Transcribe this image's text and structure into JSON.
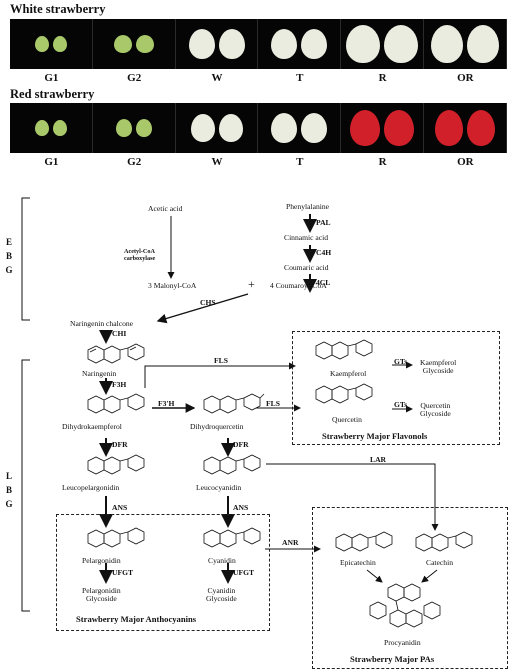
{
  "photos": {
    "white_title": "White strawberry",
    "red_title": "Red strawberry",
    "stages": [
      "G1",
      "G2",
      "W",
      "T",
      "R",
      "OR"
    ]
  },
  "groups": {
    "ebg": "EBG",
    "lbg": "LBG"
  },
  "compounds": {
    "acetic_acid": "Acetic acid",
    "malonyl": "3 Malonyl-CoA",
    "phenylalanine": "Phenylalanine",
    "cinnamic": "Cinnamic acid",
    "coumaric": "Coumaric acid",
    "coumaroyl": "4 Coumaroyl-CoA",
    "plus": "+",
    "naringenin_chalcone": "Naringenin chalcone",
    "naringenin": "Naringenin",
    "dihydrokaempferol": "Dihydrokaempferol",
    "dihydroquercetin": "Dihydroquercetin",
    "leucopelargonidin": "Leucopelargonidin",
    "leucocyanidin": "Leucocyanidin",
    "kaempferol": "Kaempferol",
    "quercetin": "Quercetin",
    "kaempferol_glycoside": "Kaempferol\nGlycoside",
    "quercetin_glycoside": "Quercetin\nGlycoside",
    "pelargonidin": "Pelargonidin",
    "cyanidin": "Cyanidin",
    "pelargonidin_glycoside": "Pelargonidin\nGlycoside",
    "cyanidin_glycoside": "Cyanidin\nGlycoside",
    "epicatechin": "Epicatechin",
    "catechin": "Catechin",
    "procyanidin": "Procyanidin"
  },
  "enzymes": {
    "acc": "Acetyl-CoA\ncarboxylase",
    "pal": "PAL",
    "c4h": "C4H",
    "cl4": "4CL",
    "chs": "CHS",
    "chi": "CHI",
    "f3h": "F3H",
    "f3ph": "F3'H",
    "fls1": "FLS",
    "fls2": "FLS",
    "gts1": "GTs",
    "gts2": "GTs",
    "dfr1": "DFR",
    "dfr2": "DFR",
    "ans1": "ANS",
    "ans2": "ANS",
    "ufgt1": "UFGT",
    "ufgt2": "UFGT",
    "lar": "LAR",
    "anr": "ANR"
  },
  "boxes": {
    "flavonols": "Strawberry Major Flavonols",
    "anthocyanins": "Strawberry Major Anthocyanins",
    "pas": "Strawberry Major PAs"
  },
  "colors": {
    "white_fruit": "#e9ecdf",
    "red_fruit": "#d2202a",
    "green_fruit": "#a9c86a"
  }
}
